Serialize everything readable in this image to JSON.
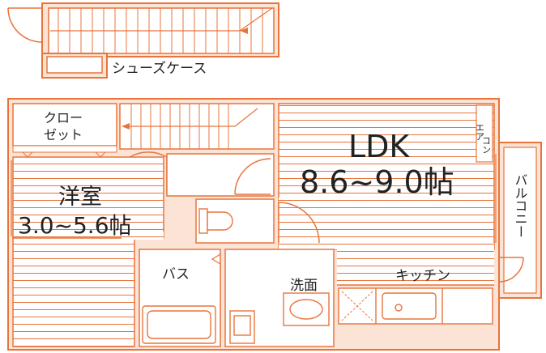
{
  "colors": {
    "line": "#e8743b",
    "fill": "#fbe3d6",
    "white": "#ffffff",
    "text": "#222222"
  },
  "labels": {
    "shoe_case": "シューズケース",
    "closet_line1": "クロー",
    "closet_line2": "ゼット",
    "western_room": "洋室",
    "western_room_size": "3.0~5.6帖",
    "ldk": "LDK",
    "ldk_size": "8.6~9.0帖",
    "aircon_line1": "エア",
    "aircon_line2": "コン",
    "balcony": "バルコニー",
    "bath": "バス",
    "washroom": "洗面",
    "kitchen": "キッチン"
  }
}
